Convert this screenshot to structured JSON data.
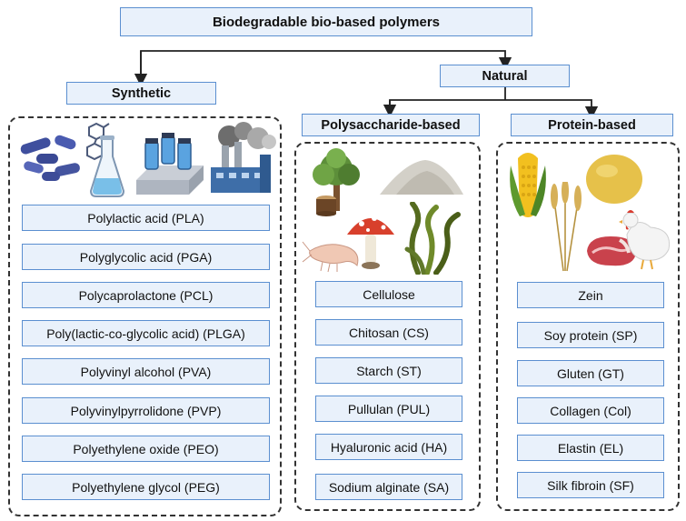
{
  "root": {
    "title": "Biodegradable bio-based polymers"
  },
  "branches": {
    "synthetic": {
      "title": "Synthetic",
      "items": [
        "Polylactic acid (PLA)",
        "Polyglycolic acid (PGA)",
        "Polycaprolactone (PCL)",
        "Poly(lactic-co-glycolic acid) (PLGA)",
        "Polyvinyl alcohol (PVA)",
        "Polyvinylpyrrolidone (PVP)",
        "Polyethylene oxide (PEO)",
        "Polyethylene glycol (PEG)"
      ],
      "illustrations": [
        "bacteria-icon",
        "molecule-icon",
        "flask-icon",
        "bioreactor-icon",
        "factory-icon"
      ]
    },
    "natural": {
      "title": "Natural",
      "polysaccharide": {
        "title": "Polysaccharide-based",
        "items": [
          "Cellulose",
          "Chitosan (CS)",
          "Starch (ST)",
          "Pullulan (PUL)",
          "Hyaluronic acid (HA)",
          "Sodium alginate (SA)"
        ],
        "illustrations": [
          "tree-icon",
          "powder-pile-icon",
          "stump-icon",
          "mushroom-icon",
          "shrimp-icon",
          "seaweed-icon"
        ]
      },
      "protein": {
        "title": "Protein-based",
        "items": [
          "Zein",
          "Soy protein (SP)",
          "Gluten (GT)",
          "Collagen (Col)",
          "Elastin (EL)",
          "Silk fibroin (SF)"
        ],
        "illustrations": [
          "corn-icon",
          "soybean-icon",
          "wheat-icon",
          "meat-icon",
          "chicken-icon"
        ]
      }
    }
  },
  "colors": {
    "box_fill": "#e9f1fb",
    "box_border": "#5b8fd0",
    "line": "#222222"
  }
}
